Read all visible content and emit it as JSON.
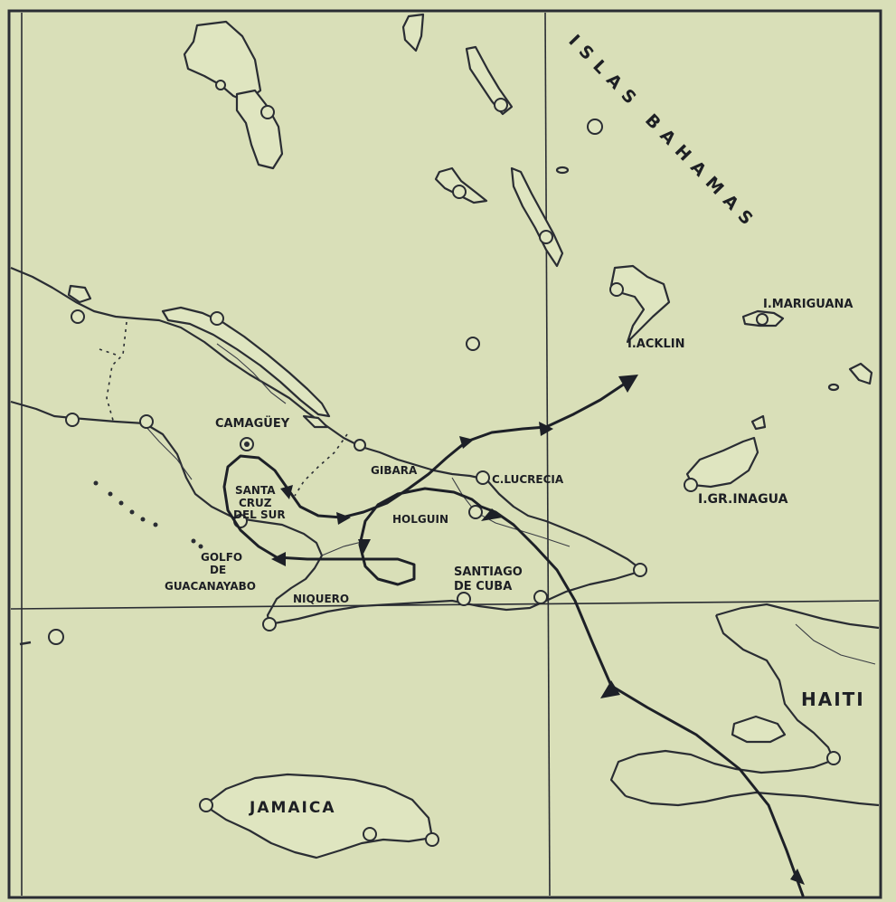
{
  "map": {
    "labels": {
      "islas_bahamas": "ISLAS BAHAMAS",
      "mariguana": "I.MARIGUANA",
      "acklin": "I.ACKLIN",
      "inagua": "I.GR.INAGUA",
      "camaguey": "CAMAGÜEY",
      "gibara": "GIBARA",
      "lucrecia": "C.LUCRECIA",
      "holguin": "HOLGUIN",
      "santa_cruz_1": "SANTA",
      "santa_cruz_2": "CRUZ",
      "santa_cruz_3": "DEL SUR",
      "golfo_1": "GOLFO",
      "golfo_2": "DE",
      "golfo_3": "GUACANAYABO",
      "niquero": "NIQUERO",
      "santiago_1": "SANTIAGO",
      "santiago_2": "DE CUBA",
      "haiti": "HAITI",
      "jamaica": "JAMAICA"
    },
    "colors": {
      "paper": "#d9dfb8",
      "ink": "#1d2027"
    }
  }
}
